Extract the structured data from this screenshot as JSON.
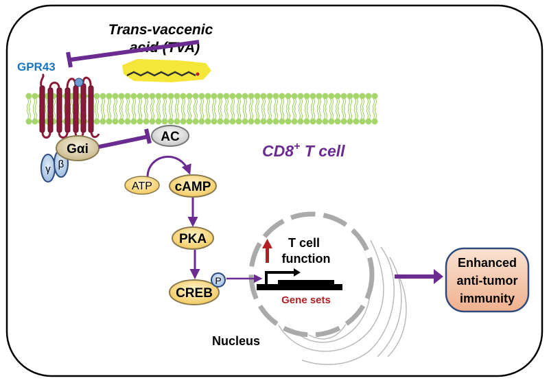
{
  "ligand": {
    "line1": "Trans-vaccenic",
    "line2": "acid (TVA)"
  },
  "receptor": "GPR43",
  "g_protein": {
    "alpha": "Gαi",
    "gamma": "γ",
    "beta": "β"
  },
  "enzyme": "AC",
  "substrate": "ATP",
  "product": "cAMP",
  "kinase": "PKA",
  "factor": "CREB",
  "phospho": "P",
  "cell_label": {
    "main": "CD8",
    "sup": "+",
    "rest": " T cell"
  },
  "nucleus": {
    "label": "Nucleus",
    "function_line1": "T cell",
    "function_line2": "function",
    "genes": "Gene sets"
  },
  "outcome": {
    "line1": "Enhanced",
    "line2": "anti-tumor",
    "line3": "immunity"
  },
  "colors": {
    "pathway": "#6a2c91",
    "receptor_text": "#1a75bc",
    "gene_text": "#b22024",
    "receptor": "#8b1a3a",
    "membrane": "#a6d66b"
  }
}
